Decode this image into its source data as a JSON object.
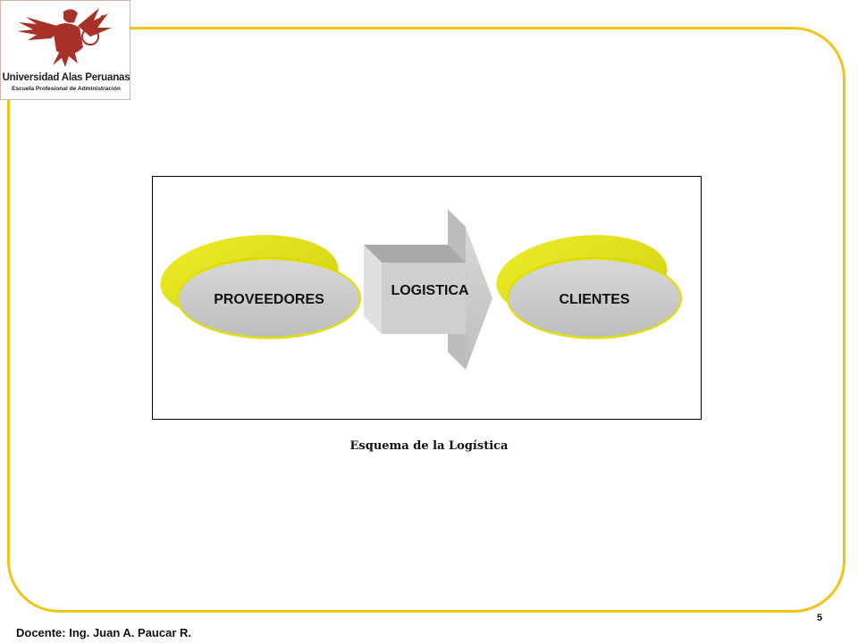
{
  "logo": {
    "name": "Universidad Alas Peruanas",
    "subtitle": "Escuela Profesional de Administración"
  },
  "diagram": {
    "left_node": "PROVEEDORES",
    "middle_node": "LOGISTICA",
    "right_node": "CLIENTES"
  },
  "caption": "Esquema de la Logística",
  "footer": {
    "docente": "Docente: Ing. Juan A. Paucar R.",
    "page_number": "5"
  },
  "colors": {
    "frame": "#f2c417",
    "ellipse_yellow": "#e6e617",
    "ellipse_gray": "#c9c9c9",
    "logo_red": "#a8322a"
  }
}
